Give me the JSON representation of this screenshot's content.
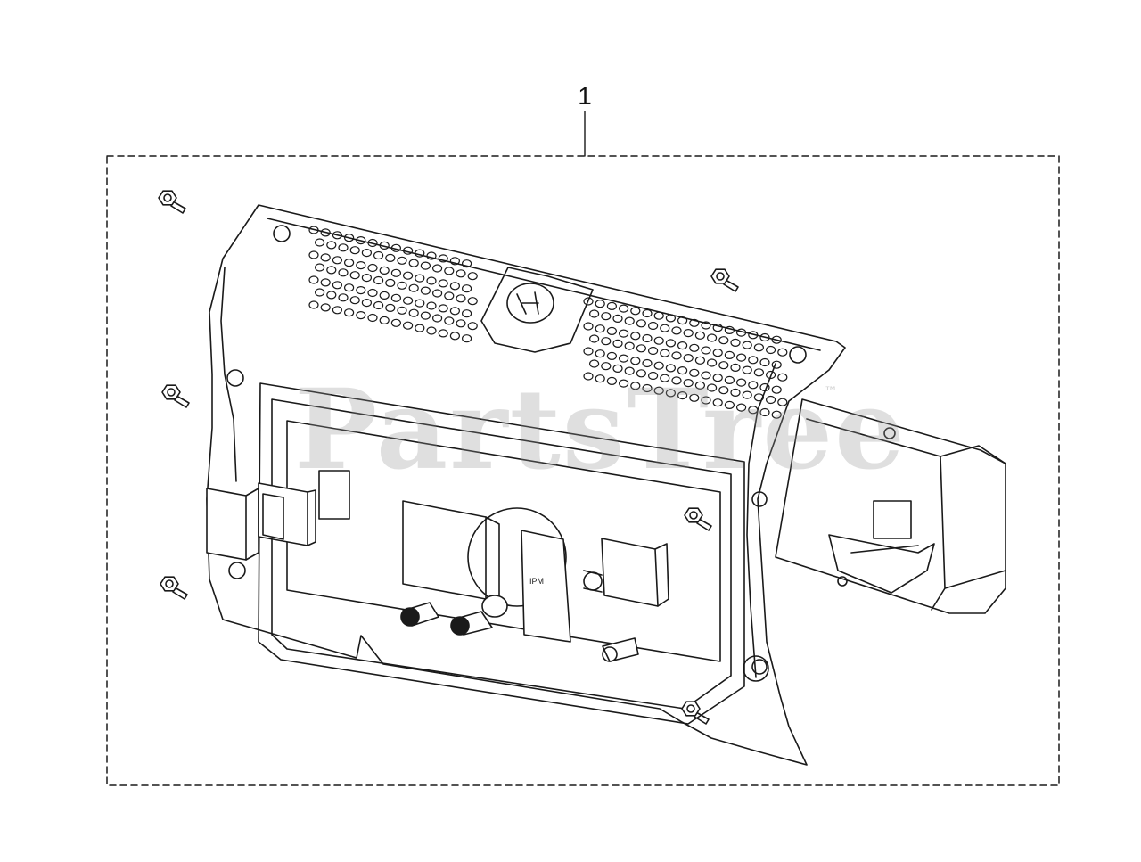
{
  "diagram": {
    "callout_number": "1",
    "watermark_text": "PartsTree",
    "watermark_mark": "™",
    "panel_plate_text": "IPM"
  },
  "colors": {
    "line": "#1a1a1a",
    "background": "#ffffff",
    "watermark": "#969696"
  }
}
